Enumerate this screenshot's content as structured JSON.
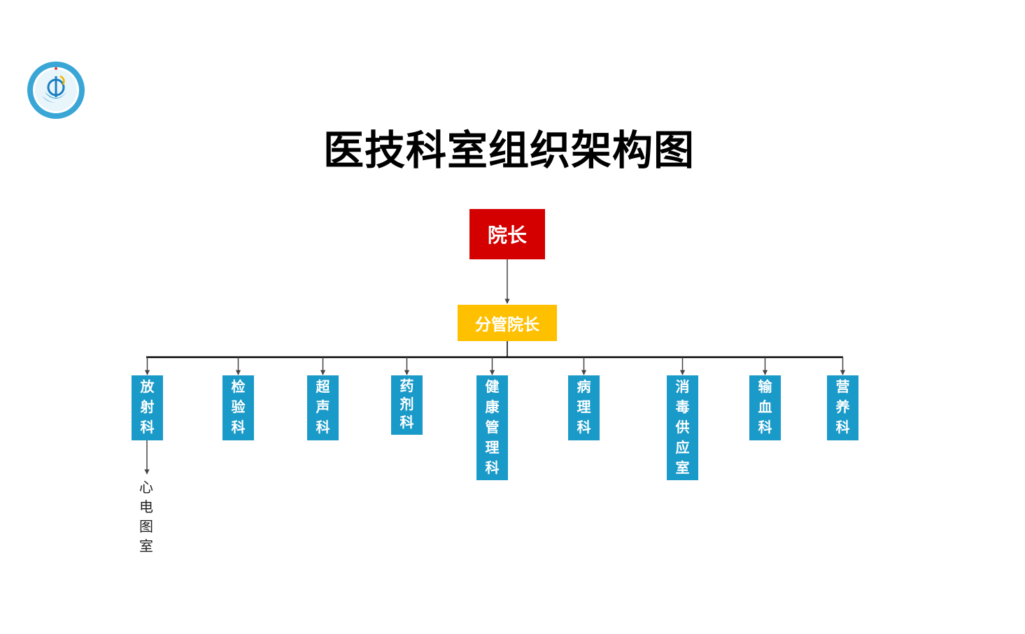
{
  "colors": {
    "top": "#d40000",
    "mid": "#ffc000",
    "dept": "#1a9ac8",
    "line": "#000000",
    "arrow": "#444444"
  },
  "title": "医技科室组织架构图",
  "top_box": {
    "label": "院长"
  },
  "mid_box": {
    "label": "分管院长"
  },
  "departments": [
    {
      "label": "放射科"
    },
    {
      "label": "检验科"
    },
    {
      "label": "超声科"
    },
    {
      "label": "药剂科"
    },
    {
      "label": "健康管理科"
    },
    {
      "label": "病理科"
    },
    {
      "label": "消毒供应室"
    },
    {
      "label": "输血科"
    },
    {
      "label": "营养科"
    }
  ],
  "sub_unit": {
    "label": "心电图室",
    "parent": "放射科"
  }
}
